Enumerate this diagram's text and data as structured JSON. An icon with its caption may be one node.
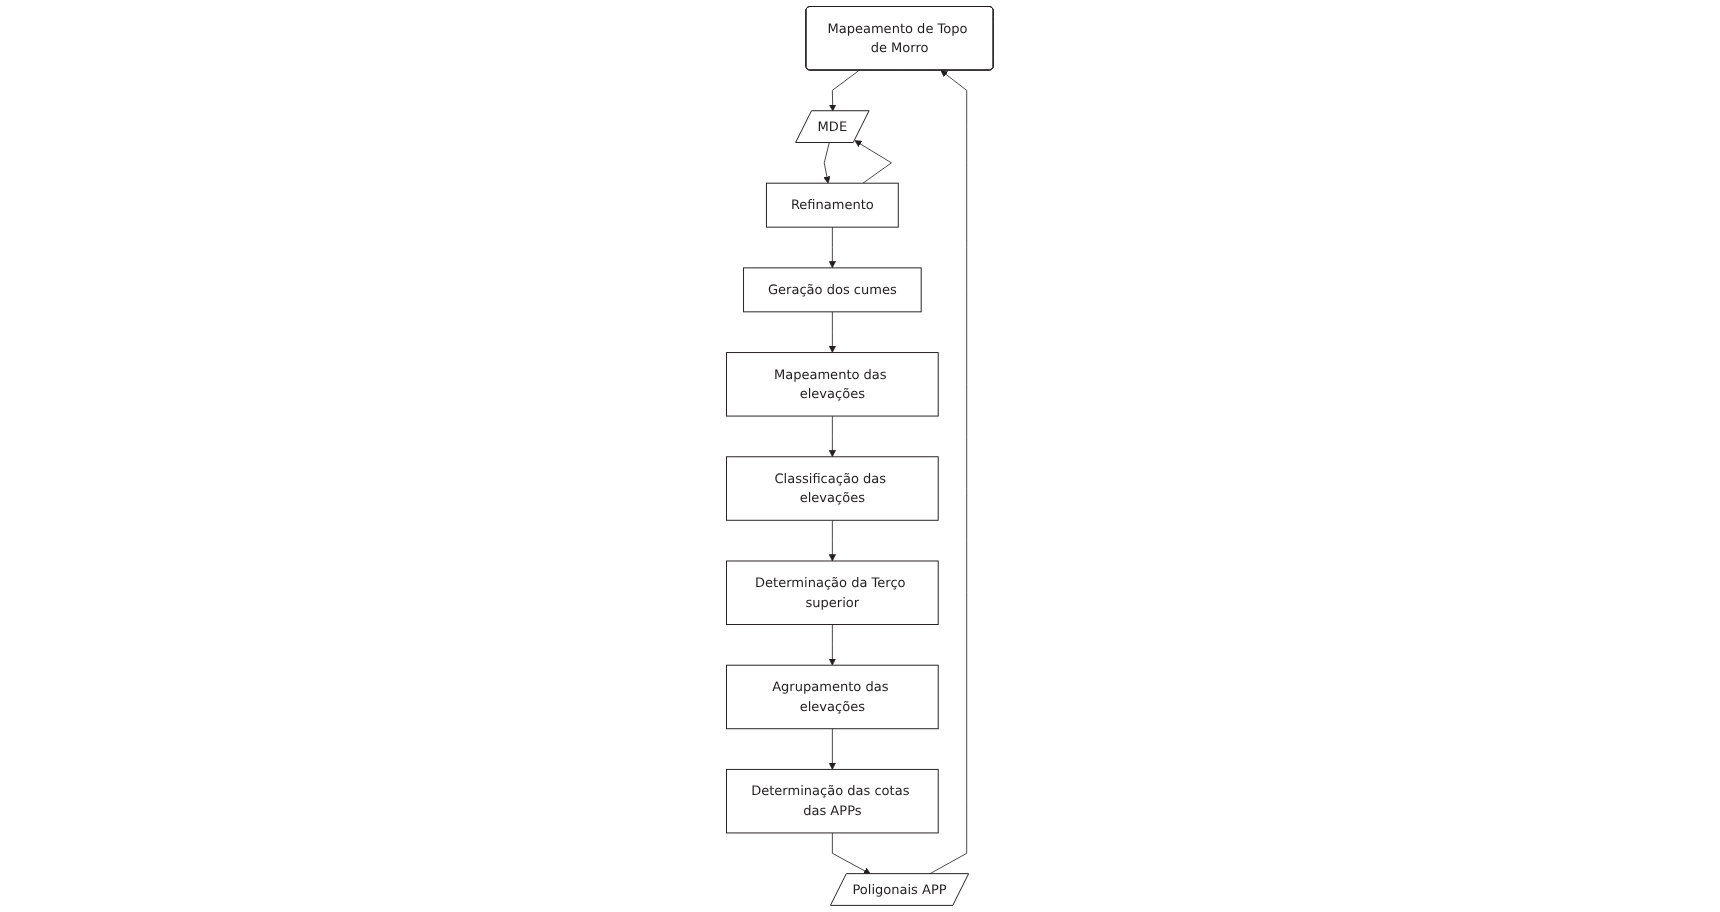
{
  "diagram": {
    "nodes": [
      {
        "text": [
          "Mapeamento de Topo de Morro"
        ]
      },
      {
        "text": [
          "MDE"
        ]
      },
      {
        "text": [
          "Refinamento"
        ]
      },
      {
        "text": [
          "Geração dos cumes"
        ]
      },
      {
        "text": [
          "Mapeamento das elevações"
        ]
      },
      {
        "text": [
          "Classificação das elevações"
        ]
      },
      {
        "text": [
          "Determinação da Terço superior"
        ]
      },
      {
        "text": [
          "Agrupamento das elevações"
        ]
      },
      {
        "text": [
          "Determinação das cotas das APPs"
        ]
      },
      {
        "text": [
          "Poligonais APP"
        ]
      }
    ],
    "edges": [
      {
        "from": 0,
        "to": 1,
        "arrow": "to"
      },
      {
        "from": 1,
        "to": 2,
        "arrow": "to"
      },
      {
        "from": 2,
        "to": 1,
        "arrow": "to"
      },
      {
        "from": 2,
        "to": 3,
        "arrow": "to"
      },
      {
        "from": 3,
        "to": 4,
        "arrow": "to"
      },
      {
        "from": 4,
        "to": 5,
        "arrow": "to"
      },
      {
        "from": 5,
        "to": 6,
        "arrow": "to"
      },
      {
        "from": 6,
        "to": 7,
        "arrow": "to"
      },
      {
        "from": 7,
        "to": 8,
        "arrow": "to"
      },
      {
        "from": 8,
        "to": 9,
        "arrow": "to"
      },
      {
        "from": 9,
        "to": 0,
        "arrow": "to"
      }
    ]
  }
}
